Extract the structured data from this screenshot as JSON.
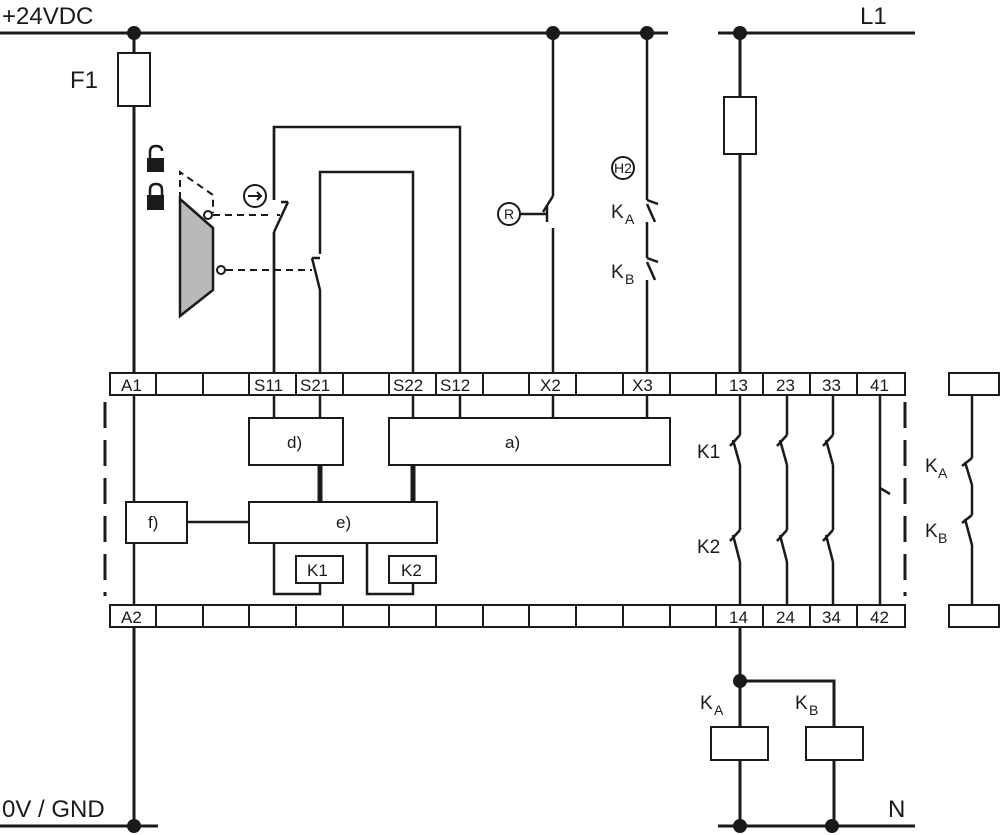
{
  "rails": {
    "supply_pos": "+24VDC",
    "supply_neg": "0V / GND",
    "line": "L1",
    "neutral": "N"
  },
  "fuse_label": "F1",
  "top_terminals": [
    "A1",
    "S11",
    "S21",
    "S22",
    "S12",
    "X2",
    "X3",
    "13",
    "23",
    "33",
    "41"
  ],
  "bottom_terminals": [
    "A2",
    "14",
    "24",
    "34",
    "42"
  ],
  "blocks": {
    "d": "d)",
    "a": "a)",
    "e": "e)",
    "f": "f)",
    "k1": "K1",
    "k2": "K2"
  },
  "contacts": {
    "k1": "K1",
    "k2": "K2",
    "ka": "K",
    "kb": "K",
    "sub_a": "A",
    "sub_b": "B"
  },
  "symbols": {
    "reset": "R",
    "lamp": "H2"
  },
  "icon_names": [
    "unlock-icon",
    "lock-icon",
    "guard-switch-icon",
    "reset-button-icon",
    "indicator-lamp-icon",
    "fuse-icon",
    "relay-coil-icon"
  ]
}
